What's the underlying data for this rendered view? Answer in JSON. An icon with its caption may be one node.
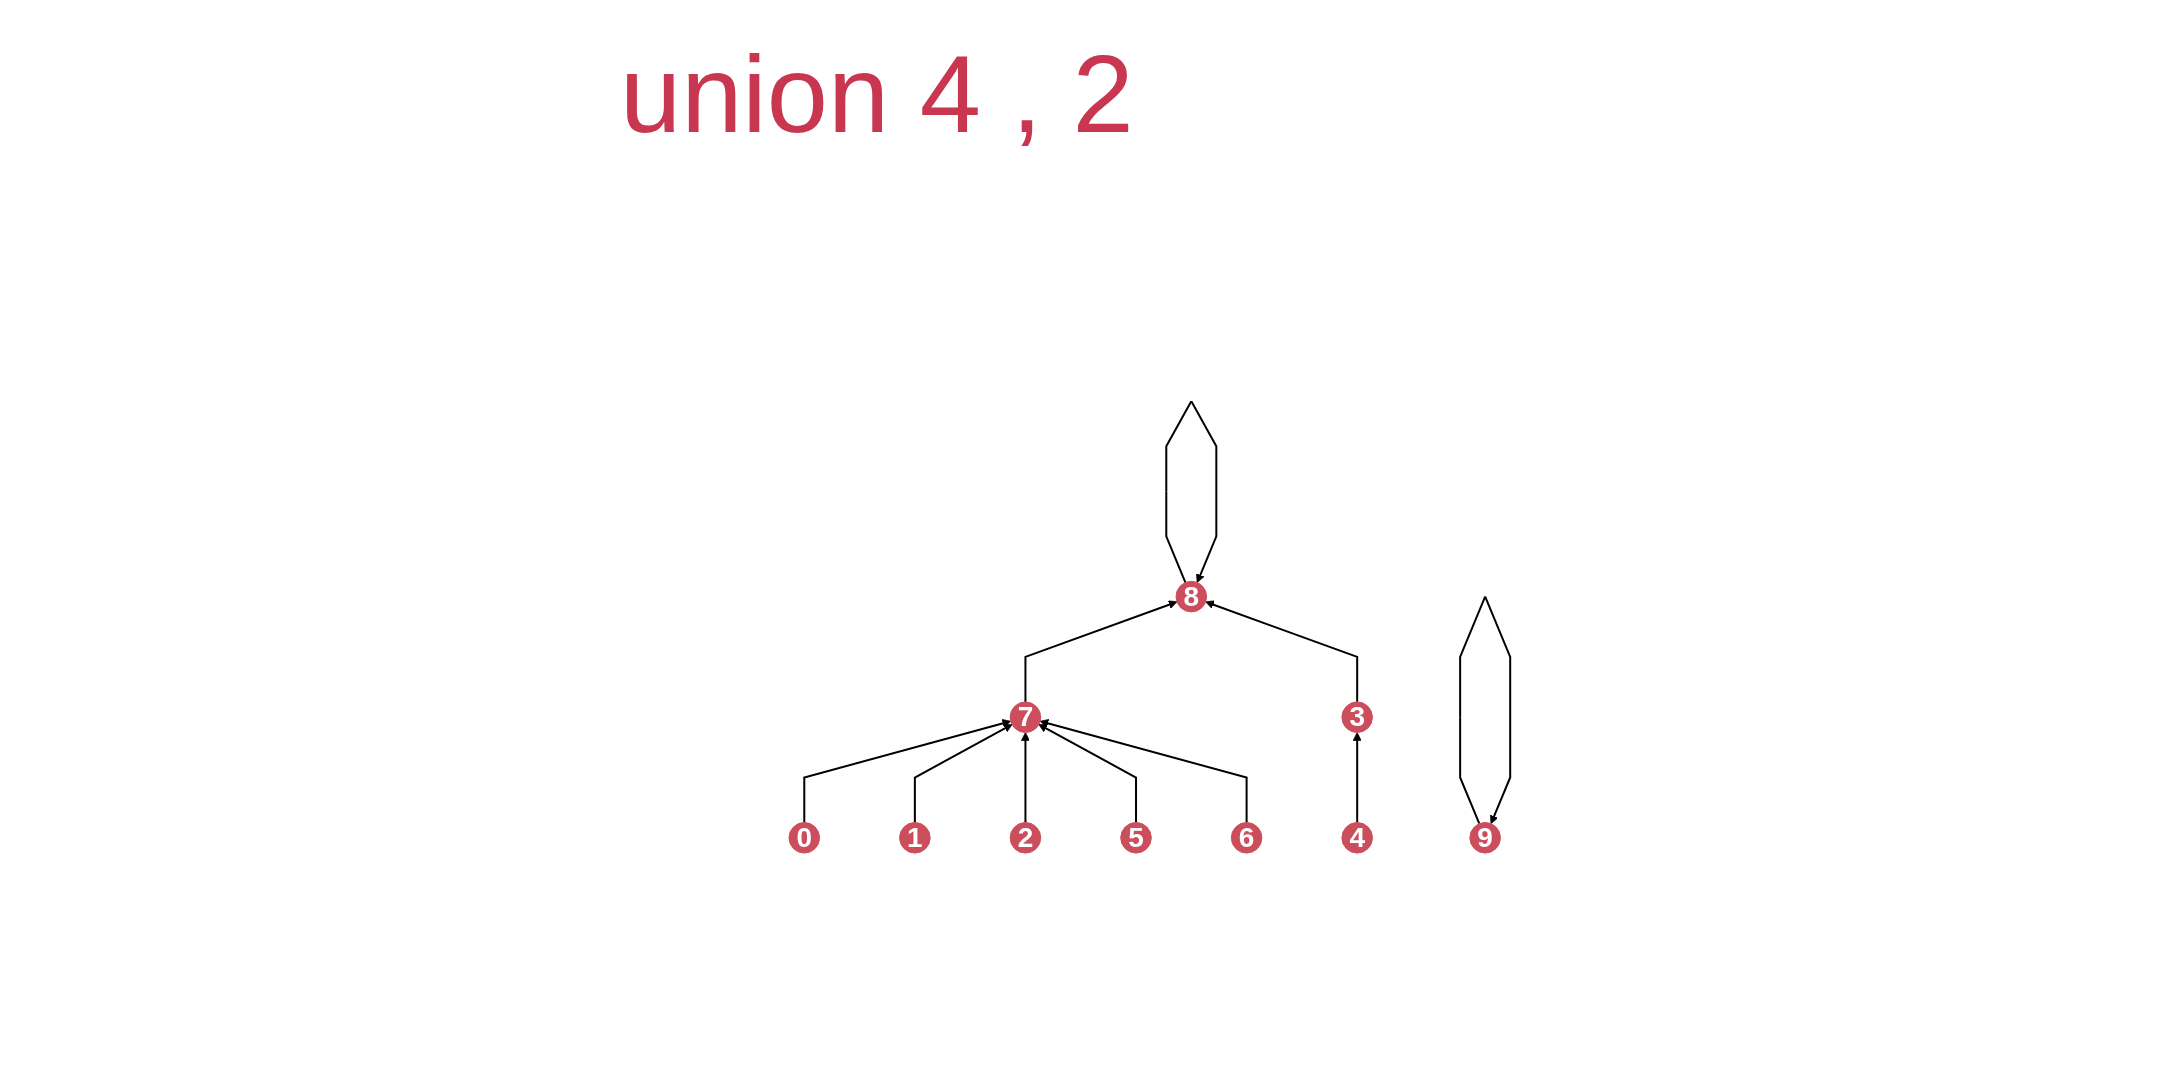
{
  "diagram": {
    "title": "union 4 , 2",
    "nodes": [
      {
        "text": [
          "8"
        ]
      },
      {
        "text": [
          "9"
        ]
      },
      {
        "text": [
          "7"
        ]
      },
      {
        "text": [
          "3"
        ]
      },
      {
        "text": [
          "0"
        ]
      },
      {
        "text": [
          "1"
        ]
      },
      {
        "text": [
          "2"
        ]
      },
      {
        "text": [
          "5"
        ]
      },
      {
        "text": [
          "6"
        ]
      },
      {
        "text": [
          "4"
        ]
      }
    ],
    "edges": [
      {
        "from": 0,
        "to": 0,
        "arrow": "to"
      },
      {
        "from": 1,
        "to": 1,
        "arrow": "to"
      },
      {
        "from": 2,
        "to": 0,
        "arrow": "to"
      },
      {
        "from": 3,
        "to": 0,
        "arrow": "to"
      },
      {
        "from": 4,
        "to": 2,
        "arrow": "to"
      },
      {
        "from": 5,
        "to": 2,
        "arrow": "to"
      },
      {
        "from": 6,
        "to": 2,
        "arrow": "to"
      },
      {
        "from": 7,
        "to": 2,
        "arrow": "to"
      },
      {
        "from": 8,
        "to": 2,
        "arrow": "to"
      },
      {
        "from": 9,
        "to": 3,
        "arrow": "to"
      }
    ]
  }
}
